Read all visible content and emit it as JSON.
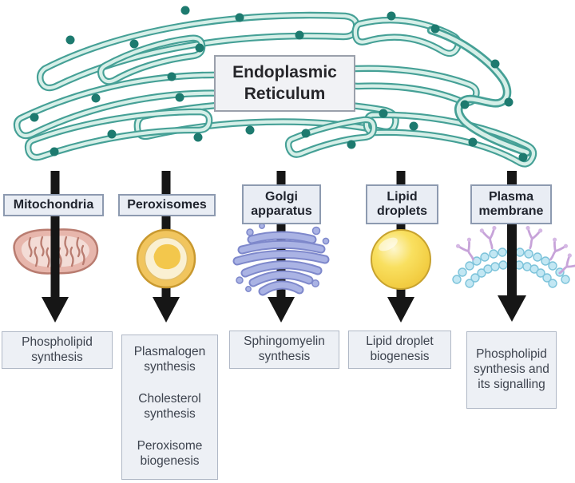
{
  "diagram": {
    "title": "Endoplasmic Reticulum",
    "columns": [
      {
        "label": "Mitochondria",
        "icon": "mitochondria-icon",
        "functions": [
          "Phospholipid synthesis"
        ]
      },
      {
        "label": "Peroxisomes",
        "icon": "peroxisome-icon",
        "functions": [
          "Plasmalogen synthesis",
          "Cholesterol synthesis",
          "Peroxisome biogenesis"
        ]
      },
      {
        "label": "Golgi apparatus",
        "icon": "golgi-apparatus-icon",
        "functions": [
          "Sphingomyelin synthesis"
        ]
      },
      {
        "label": "Lipid droplets",
        "icon": "lipid-droplet-icon",
        "functions": [
          "Lipid droplet biogenesis"
        ]
      },
      {
        "label": "Plasma membrane",
        "icon": "plasma-membrane-icon",
        "functions": [
          "Phospholipid synthesis and its signalling"
        ]
      }
    ],
    "colors": {
      "er_membrane": "#45a096",
      "er_lumen": "#d6efe8",
      "ribosome": "#1d7a6f",
      "arrow": "#161616",
      "label_box_bg": "#e9edf4",
      "label_box_border": "#8d9ab0",
      "function_box_bg": "#edf0f5",
      "function_box_border": "#b0b8c6",
      "mitochondria": "#e7b6ac",
      "peroxisome": "#f1c55e",
      "golgi": "#aab3e4",
      "lipid_droplet": "#f3cf45",
      "plasma_membrane": "#c2e7f3",
      "receptor": "#c7a3d9"
    }
  }
}
